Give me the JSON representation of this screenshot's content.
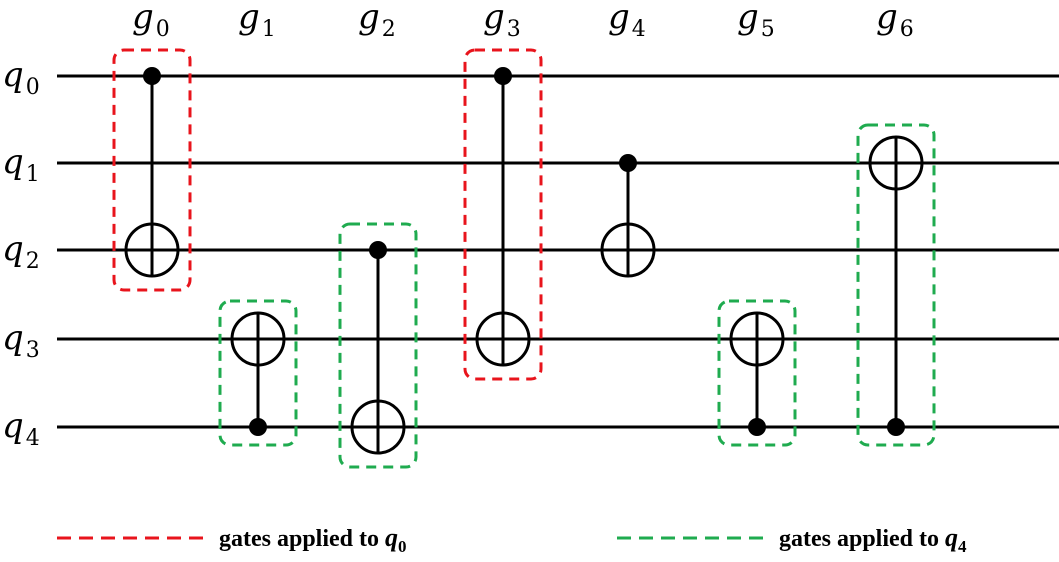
{
  "qubits": [
    {
      "name": "q",
      "sub": "0"
    },
    {
      "name": "q",
      "sub": "1"
    },
    {
      "name": "q",
      "sub": "2"
    },
    {
      "name": "q",
      "sub": "3"
    },
    {
      "name": "q",
      "sub": "4"
    }
  ],
  "gates": [
    {
      "name": "g",
      "sub": "0",
      "control": 0,
      "target": 2,
      "group": "q0"
    },
    {
      "name": "g",
      "sub": "1",
      "control": 4,
      "target": 3,
      "group": "q4"
    },
    {
      "name": "g",
      "sub": "2",
      "control": 2,
      "target": 4,
      "group": "q4"
    },
    {
      "name": "g",
      "sub": "3",
      "control": 0,
      "target": 3,
      "group": "q0"
    },
    {
      "name": "g",
      "sub": "4",
      "control": 1,
      "target": 2,
      "group": "none"
    },
    {
      "name": "g",
      "sub": "5",
      "control": 4,
      "target": 3,
      "group": "q4"
    },
    {
      "name": "g",
      "sub": "6",
      "control": 4,
      "target": 1,
      "group": "q4"
    }
  ],
  "legend": [
    {
      "key": "q0",
      "label": "gates applied to ",
      "var": "q",
      "sub": "0",
      "color": "#e8141c"
    },
    {
      "key": "q4",
      "label": "gates applied to ",
      "var": "q",
      "sub": "4",
      "color": "#1fab4f"
    }
  ]
}
